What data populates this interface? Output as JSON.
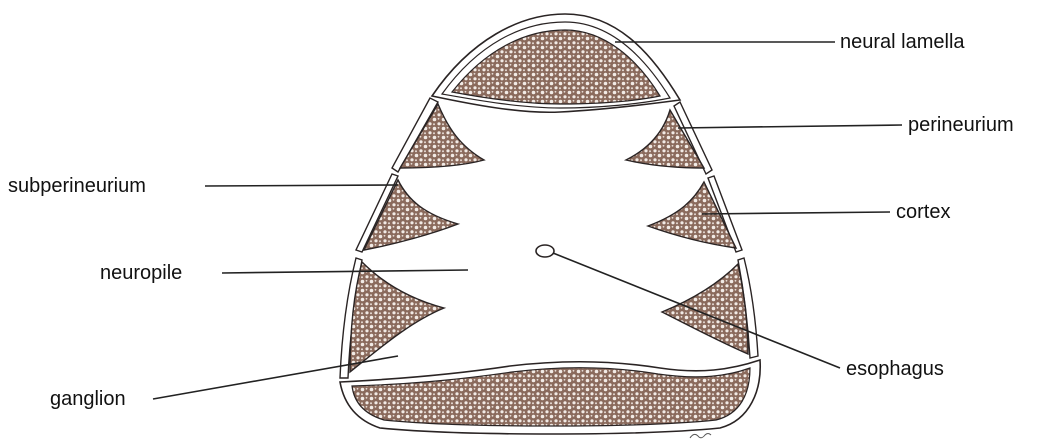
{
  "labels": {
    "neural_lamella": "neural lamella",
    "perineurium": "perineurium",
    "subperineurium": "subperineurium",
    "cortex": "cortex",
    "neuropile": "neuropile",
    "esophagus": "esophagus",
    "ganglion": "ganglion"
  },
  "colors": {
    "cell_fill": "#8a6a5c",
    "cell_dot": "#f2ebe6",
    "outline": "#2a2424",
    "sheath_fill": "#ffffff",
    "leader": "#222222"
  }
}
